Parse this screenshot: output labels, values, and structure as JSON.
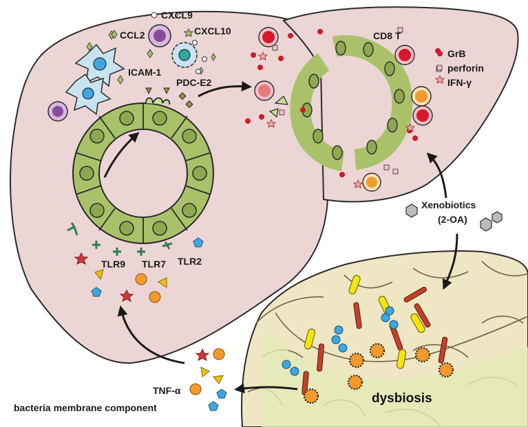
{
  "labels": {
    "ccl2": "CCL2",
    "cxcl9": "CXCL9",
    "cxcl10": "CXCL10",
    "icam1": "ICAM-1",
    "pdce2": "PDC-E2",
    "cd8t": "CD8 T",
    "grb": "GrB",
    "perforin": "perforin",
    "ifng": "IFN-γ",
    "tlr9": "TLR9",
    "tlr7": "TLR7",
    "tlr2": "TLR2",
    "xeno1": "Xenobiotics",
    "xeno2": "(2-OA)",
    "tnfa": "TNF-α",
    "bmc": "bacteria membrane component",
    "dysbiosis": "dysbiosis"
  },
  "colors": {
    "liver": "#ecd5d5",
    "cell": "#a9c26a",
    "nucleus": "#8fa84f",
    "gut": "#f0ebd0",
    "ifng_star": "#e0504a",
    "grb_dot": "#d01a2a",
    "perforin_square": "#f2c0c8",
    "cd8_cell": "#d8182c",
    "orange_particle": "#f39a2a",
    "yellow_triangle": "#f2c014",
    "blue_pentagon": "#3fa7df",
    "xeno_hexagon": "#b9bcbd",
    "rod_bacteria": "#c5402c",
    "yellow_bacteria": "#f4e40e"
  }
}
